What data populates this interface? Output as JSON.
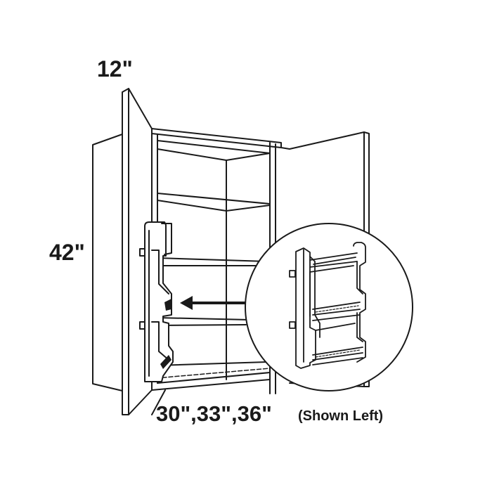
{
  "diagram": {
    "subject": "Wall cabinet with door-mounted spice rack",
    "dimensions": {
      "depth": "12\"",
      "height": "42\"",
      "widths": "30\",33\",36\""
    },
    "note": "(Shown Left)",
    "callout": {
      "shape": "circle",
      "content": "spice-rack-detail",
      "arrow_direction": "left"
    },
    "colors": {
      "line": "#1a1a1a",
      "background": "#ffffff"
    }
  }
}
